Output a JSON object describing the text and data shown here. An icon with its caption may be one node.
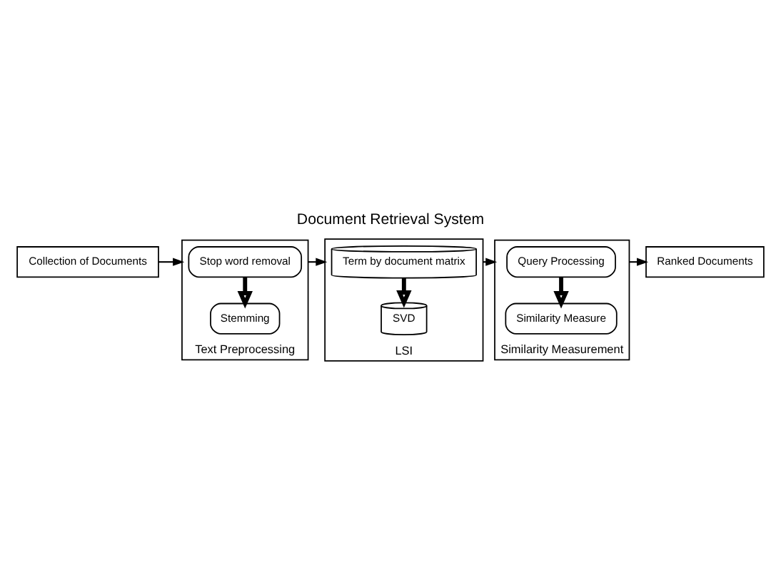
{
  "diagram": {
    "title": "Document Retrieval System",
    "nodes": [
      {
        "text": [
          "Collection of Documents"
        ]
      },
      {
        "text": [
          "Text Preprocessing"
        ]
      },
      {
        "text": [
          "Stop word removal"
        ],
        "in": 1
      },
      {
        "text": [
          "Stemming"
        ],
        "in": 1
      },
      {
        "text": [
          "LSI"
        ]
      },
      {
        "text": [
          "Term by document matrix"
        ],
        "in": 4
      },
      {
        "text": [
          "SVD"
        ],
        "in": 4
      },
      {
        "text": [
          "Similarity Measurement"
        ]
      },
      {
        "text": [
          "Query Processing"
        ],
        "in": 7
      },
      {
        "text": [
          "Similarity Measure"
        ],
        "in": 7
      },
      {
        "text": [
          "Ranked Documents"
        ]
      }
    ],
    "edges": [
      {
        "from": 0,
        "to": 1,
        "arrow": "to"
      },
      {
        "from": 2,
        "to": 3,
        "arrow": "to",
        "style": "thick"
      },
      {
        "from": 1,
        "to": 4,
        "arrow": "to"
      },
      {
        "from": 5,
        "to": 6,
        "arrow": "to",
        "style": "thick"
      },
      {
        "from": 4,
        "to": 7,
        "arrow": "to"
      },
      {
        "from": 8,
        "to": 9,
        "arrow": "to",
        "style": "thick"
      },
      {
        "from": 7,
        "to": 10,
        "arrow": "to"
      }
    ]
  }
}
